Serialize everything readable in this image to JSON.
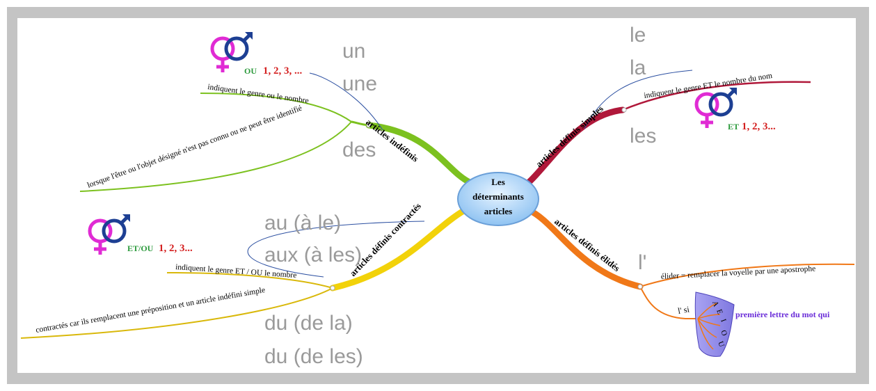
{
  "center": {
    "line1": "Les",
    "line2": "déterminants",
    "line3": "articles"
  },
  "branches": {
    "indefinis": {
      "label": "articles indéfinis",
      "sub1": "indiquent le genre ou le nombre",
      "sub2": "lorsque l'être ou l'objet désigné n'est pas connu ou ne peut être identifié",
      "words": [
        "un",
        "une",
        "des"
      ],
      "connector": "OU",
      "numbers": "1, 2, 3, ..."
    },
    "simples": {
      "label": "articles définis simples",
      "sub1": "indiquent le genre ET le nombre du nom",
      "words": [
        "le",
        "la",
        "les"
      ],
      "connector": "ET",
      "numbers": "1, 2, 3..."
    },
    "contractes": {
      "label": "articles définis contractés",
      "sub1": "indiquent le genre ET / OU le nombre",
      "sub2": "contractés car ils remplacent une préposition et un article indéfini simple",
      "words": [
        "au (à le)",
        "aux (à les)",
        "du (de la)",
        "du (de les)"
      ],
      "connector": "ET/OU",
      "numbers": "1, 2, 3..."
    },
    "elides": {
      "label": "articles définis élidés",
      "word": "l'",
      "sub1": "élider = remplacer la voyelle par une apostrophe",
      "sub2": "l' si",
      "vowels": [
        "A",
        "E",
        "I",
        "O",
        "U"
      ],
      "note": "première lettre du mot qui"
    }
  },
  "colors": {
    "indefinis": "#7cc11f",
    "simples": "#b0183a",
    "contractes": "#f2d20a",
    "elides": "#f07818",
    "female": "#e02bd4",
    "male": "#1d3f93",
    "numbers": "#d42020",
    "connector": "#2c9a3c",
    "center_fill": "#a9d4f7",
    "center_stroke": "#6a9fd8",
    "shield": "#9b94ea",
    "note": "#6a2cd8"
  }
}
